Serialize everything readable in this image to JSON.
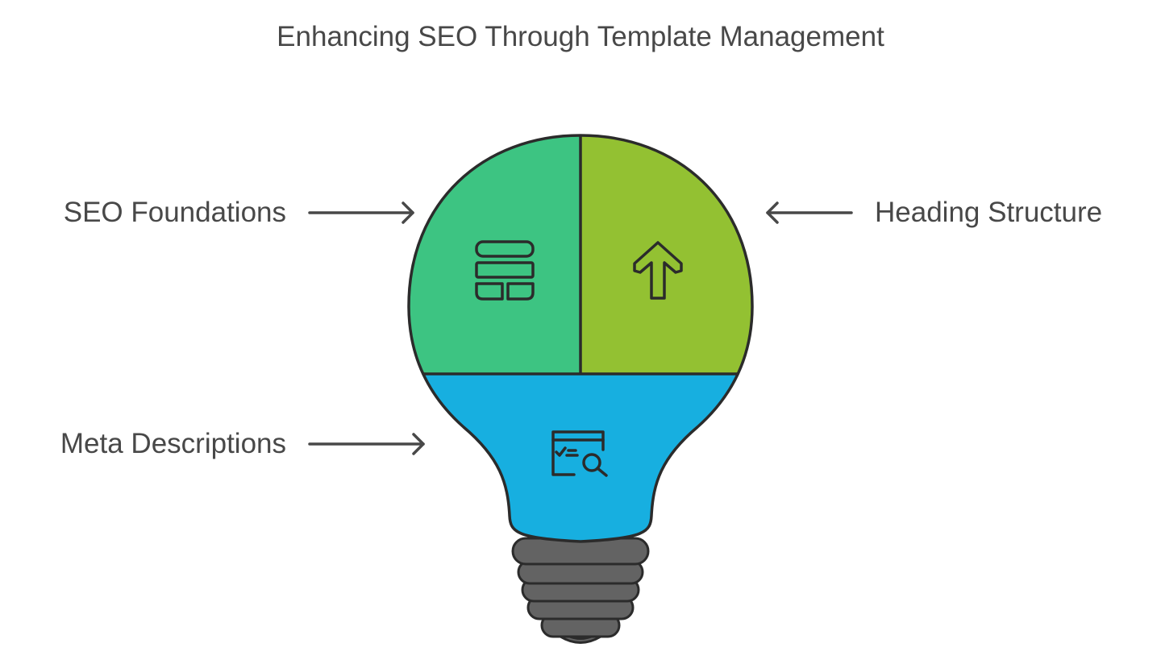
{
  "title": "Enhancing SEO Through Template Management",
  "sections": [
    {
      "label": "SEO Foundations",
      "icon": "layout-grid-icon",
      "color": "#3DC482"
    },
    {
      "label": "Heading Structure",
      "icon": "arrow-up-icon",
      "color": "#93C132"
    },
    {
      "label": "Meta Descriptions",
      "icon": "search-document-icon",
      "color": "#17AFE0"
    }
  ],
  "socket_color": "#636363",
  "stroke_color": "#2B2B2B"
}
